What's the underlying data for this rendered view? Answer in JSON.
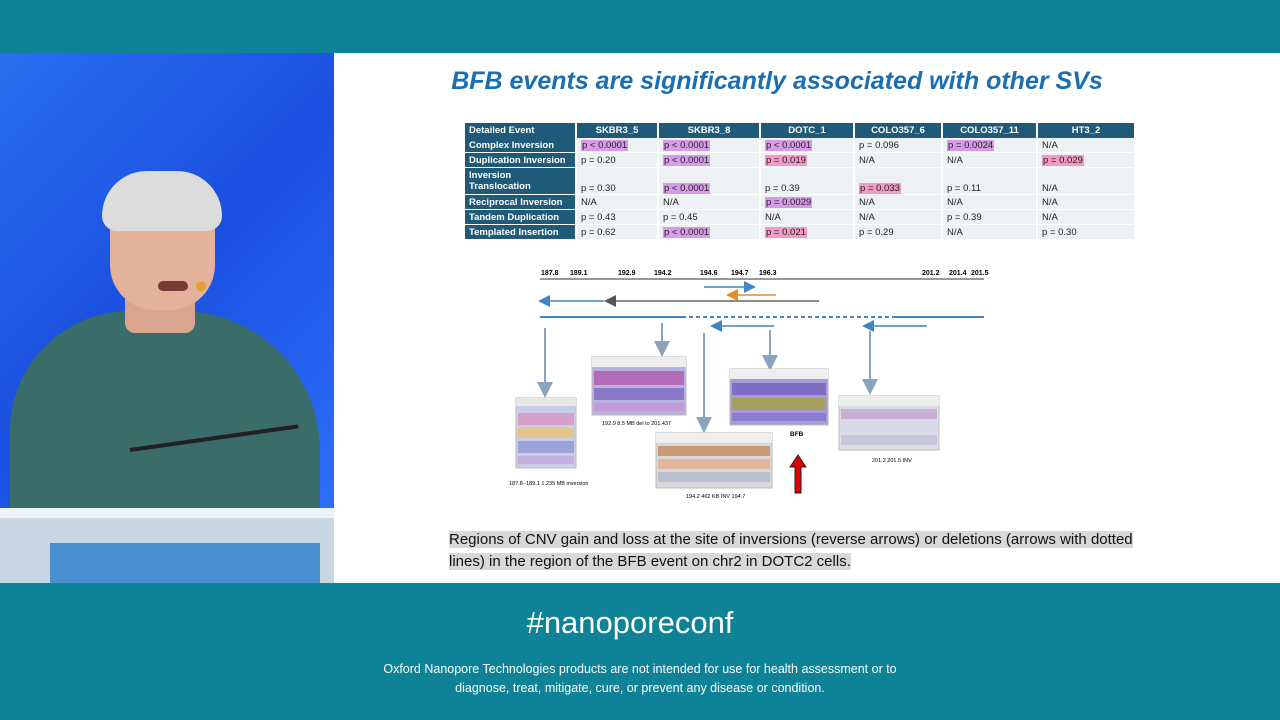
{
  "slide": {
    "title": "BFB events are significantly associated with other SVs",
    "table": {
      "headers": [
        "Detailed Event",
        "SKBR3_5",
        "SKBR3_8",
        "DOTC_1",
        "COLO357_6",
        "COLO357_11",
        "HT3_2"
      ],
      "rows": [
        {
          "label": "Complex Inversion",
          "cells": [
            "p < 0.0001",
            "p < 0.0001",
            "p < 0.0001",
            "p = 0.096",
            "p = 0.0024",
            "N/A"
          ]
        },
        {
          "label": "Duplication Inversion",
          "cells": [
            "p = 0.20",
            "p < 0.0001",
            "p = 0.019",
            "N/A",
            "N/A",
            "p = 0.029"
          ]
        },
        {
          "label": "Inversion Translocation",
          "cells": [
            "p = 0.30",
            "p < 0.0001",
            "p = 0.39",
            "p = 0.033",
            "p = 0.11",
            "N/A"
          ]
        },
        {
          "label": "Reciprocal Inversion",
          "cells": [
            "N/A",
            "N/A",
            "p = 0.0029",
            "N/A",
            "N/A",
            "N/A"
          ]
        },
        {
          "label": "Tandem Duplication",
          "cells": [
            "p = 0.43",
            "p = 0.45",
            "N/A",
            "N/A",
            "p = 0.39",
            "N/A"
          ]
        },
        {
          "label": "Templated Insertion",
          "cells": [
            "p = 0.62",
            "p < 0.0001",
            "p = 0.021",
            "p = 0.29",
            "N/A",
            "p = 0.30"
          ]
        }
      ],
      "highlight_colors": {
        "purple": "#d79ae8",
        "pink": "#f29ac5"
      }
    },
    "diagram": {
      "scale_labels": [
        "187.8",
        "189.1",
        "192.9",
        "194.2",
        "194.6",
        "194.7",
        "196.3",
        "201.2",
        "201.4",
        "201.5"
      ],
      "panel_labels": [
        "187.8 -189.1 1.235 MB inversion",
        "192.9 8.5 MB del to 201.437",
        "194.2 462 KB INV 194.7",
        "BFB",
        "201.2 201.5 INV"
      ]
    },
    "caption": "Regions of CNV gain and loss at the site of inversions (reverse arrows) or deletions (arrows with dotted lines) in the region of the BFB event on chr2 in DOTC2 cells."
  },
  "footer": {
    "hashtag": "#nanoporeconf",
    "disclaimer_line1": "Oxford Nanopore Technologies products are not intended for use for health assessment or to",
    "disclaimer_line2": "diagnose, treat, mitigate, cure, or prevent any disease or condition."
  },
  "colors": {
    "brand_teal": "#0e8296",
    "title_blue": "#1a6fb3",
    "table_header": "#1f5a7a"
  }
}
